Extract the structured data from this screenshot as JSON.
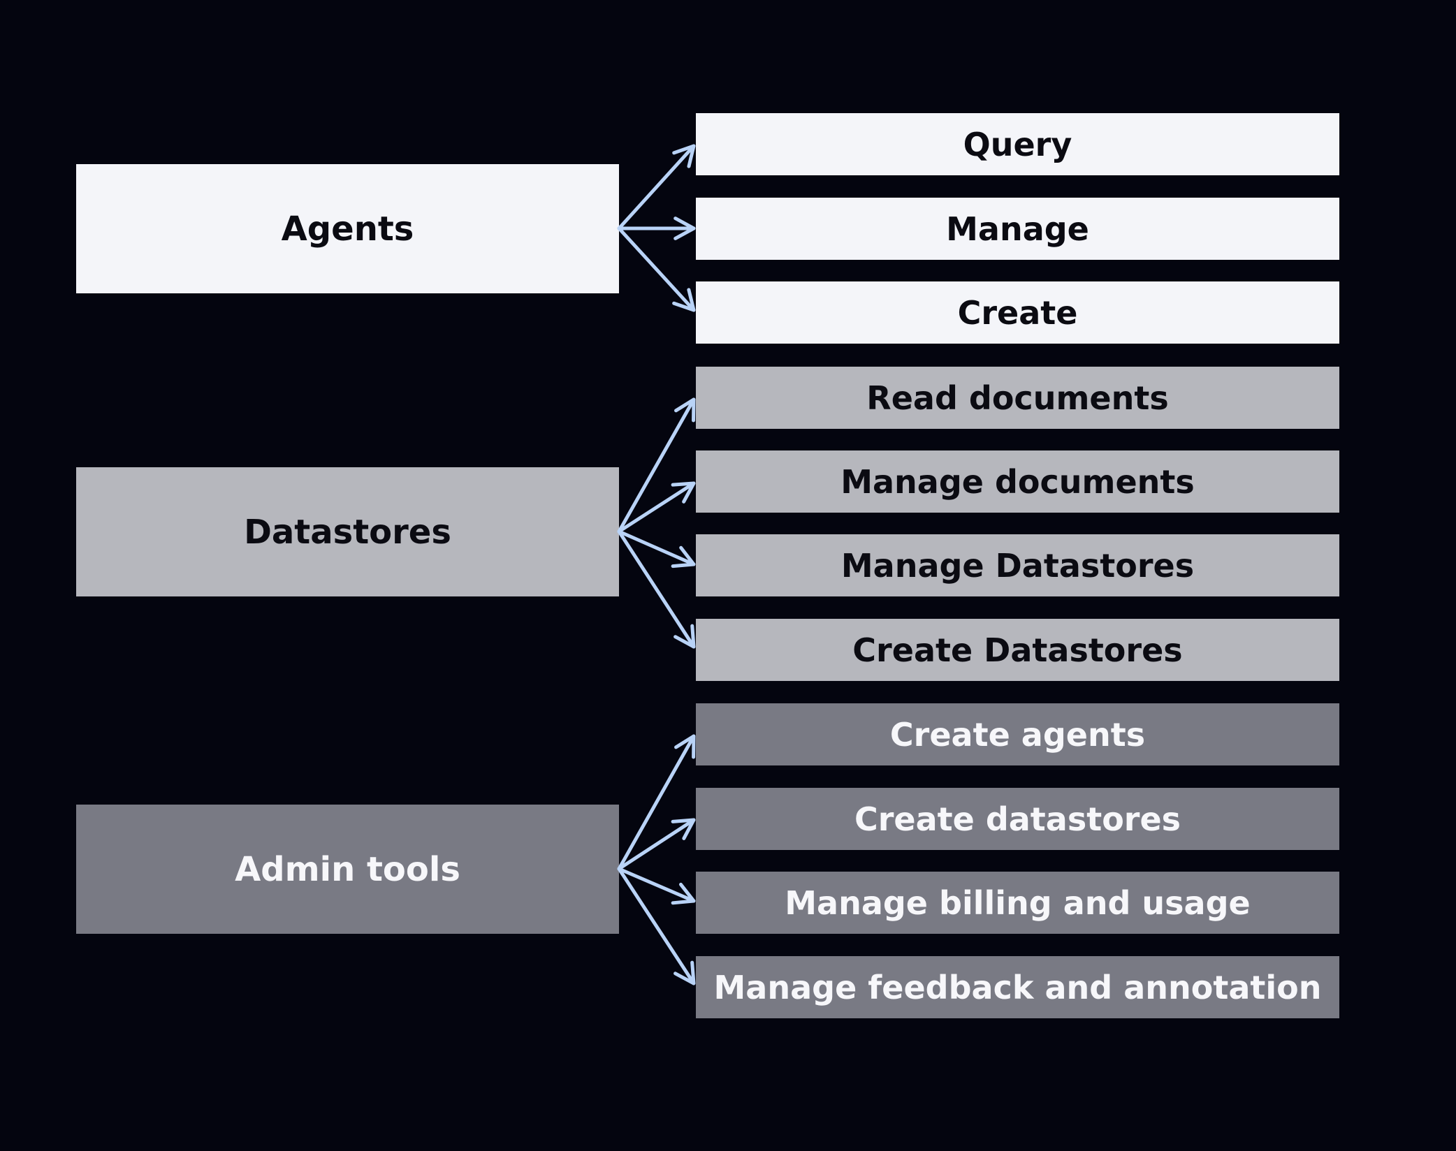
{
  "colors": {
    "background": "#04050f",
    "arrow": "#b9d3f7",
    "light_box": "#f4f5f9",
    "mid_box": "#b6b7bd",
    "dark_box": "#797a84",
    "dark_text": "#0b0b12",
    "light_text": "#f7f7fa"
  },
  "groups": [
    {
      "label": "Agents",
      "items": [
        "Query",
        "Manage",
        "Create"
      ]
    },
    {
      "label": "Datastores",
      "items": [
        "Read documents",
        "Manage documents",
        "Manage Datastores",
        "Create Datastores"
      ]
    },
    {
      "label": "Admin tools",
      "items": [
        "Create agents",
        "Create datastores",
        "Manage billing and usage",
        "Manage feedback and annotation"
      ]
    }
  ]
}
